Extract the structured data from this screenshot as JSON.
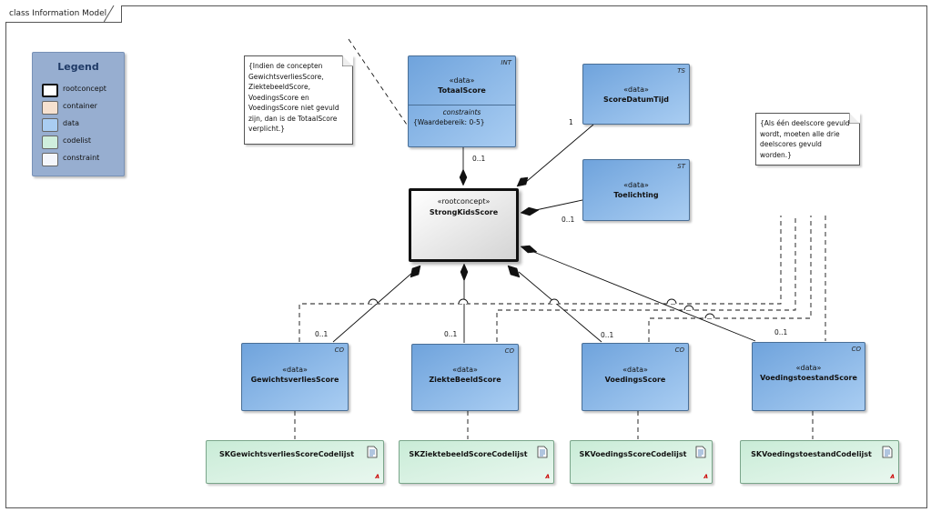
{
  "frame": {
    "title": "class Information Model"
  },
  "legend": {
    "title": "Legend",
    "items": [
      {
        "label": "rootconcept",
        "color": "#ffffff"
      },
      {
        "label": "container",
        "color": "#f6e1d0"
      },
      {
        "label": "data",
        "color": "#a9cdf2"
      },
      {
        "label": "codelist",
        "color": "#cfeedd"
      },
      {
        "label": "constraint",
        "color": "#f4f6fb"
      }
    ]
  },
  "root": {
    "stereotype": "«rootconcept»",
    "name": "StrongKidsScore"
  },
  "classes": {
    "totaal": {
      "stereotype": "«data»",
      "name": "TotaalScore",
      "type": "INT",
      "constraints_title": "constraints",
      "constraint": "{Waardebereik: 0-5}"
    },
    "datum": {
      "stereotype": "«data»",
      "name": "ScoreDatumTijd",
      "type": "TS"
    },
    "toelichting": {
      "stereotype": "«data»",
      "name": "Toelichting",
      "type": "ST"
    },
    "gewicht": {
      "stereotype": "«data»",
      "name": "GewichtsverliesScore",
      "type": "CO"
    },
    "ziekte": {
      "stereotype": "«data»",
      "name": "ZiekteBeeldScore",
      "type": "CO"
    },
    "voeding": {
      "stereotype": "«data»",
      "name": "VoedingsScore",
      "type": "CO"
    },
    "voedingstoestand": {
      "stereotype": "«data»",
      "name": "VoedingstoestandScore",
      "type": "CO"
    }
  },
  "codelists": {
    "gewicht": {
      "name": "SKGewichtsverliesScoreCodelijst",
      "mark": "A"
    },
    "ziekte": {
      "name": "SKZiektebeeldScoreCodelijst",
      "mark": "A"
    },
    "voeding": {
      "name": "SKVoedingsScoreCodelijst",
      "mark": "A"
    },
    "voedingstoestand": {
      "name": "SKVoedingstoestandCodelijst",
      "mark": "A"
    }
  },
  "notes": {
    "left": "{Indien de concepten\nGewichtsverliesScore,\nZiektebeeldScore,\nVoedingsScore en\nVoedingsScore niet gevuld\nzijn, dan is de TotaalScore\nverplicht.}",
    "right": "{Als één deelscore gevuld\nwordt, moeten alle drie\ndeelscores gevuld worden.}"
  },
  "multiplicities": {
    "totaal": "0..1",
    "datum": "1",
    "toelichting": "0..1",
    "gewicht": "0..1",
    "ziekte": "0..1",
    "voeding": "0..1",
    "voedingstoestand": "0..1"
  }
}
